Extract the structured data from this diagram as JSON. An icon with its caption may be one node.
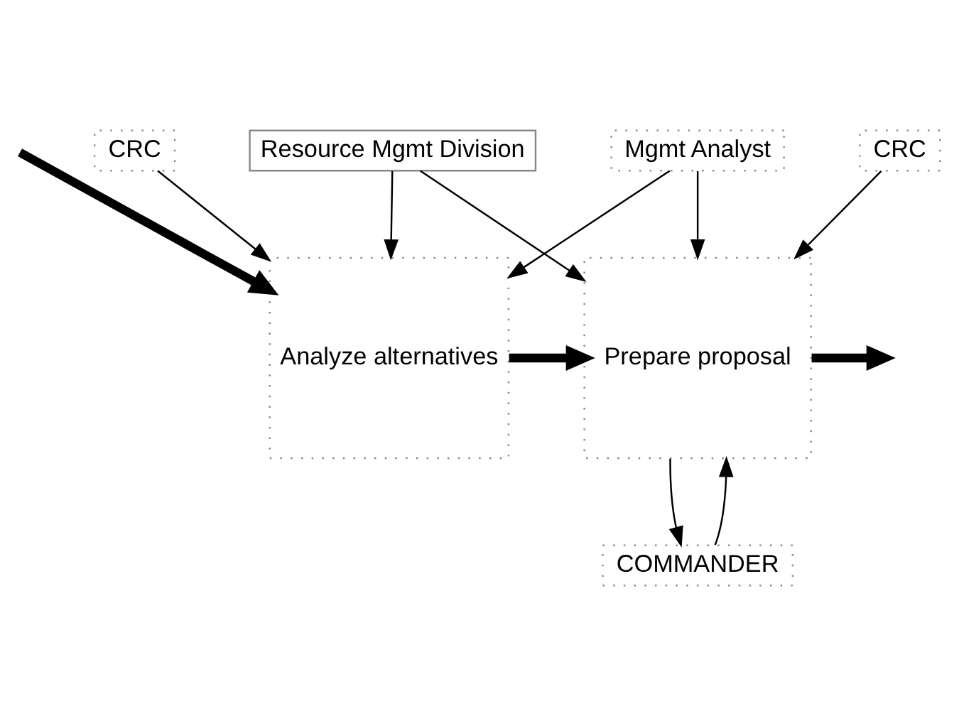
{
  "diagram": {
    "nodes": [
      {
        "text": [
          "CRC"
        ]
      },
      {
        "text": [
          "Mgmt Analyst"
        ]
      },
      {
        "text": [
          "Prepare proposal"
        ]
      },
      {
        "text": [
          "Analyze alternatives"
        ]
      },
      {
        "text": [
          "CRC"
        ]
      },
      {
        "text": [
          "Resource Mgmt Division"
        ]
      },
      {
        "text": [
          "COMMANDER"
        ]
      }
    ],
    "edges": [
      {
        "from": null,
        "to": 3,
        "arrow": "to",
        "style": "thick"
      },
      {
        "from": 3,
        "to": 2,
        "arrow": "to",
        "style": "thick"
      },
      {
        "from": 2,
        "to": null,
        "arrow": "to",
        "style": "thick"
      },
      {
        "from": 0,
        "to": 2,
        "arrow": "to"
      },
      {
        "from": 1,
        "to": 2,
        "arrow": "to"
      },
      {
        "from": 1,
        "to": 3,
        "arrow": "to"
      },
      {
        "from": 6,
        "to": 2,
        "arrow": "to"
      },
      {
        "from": 2,
        "to": 6,
        "arrow": "to"
      },
      {
        "from": 5,
        "to": 2,
        "arrow": "to"
      },
      {
        "from": 5,
        "to": 3,
        "arrow": "to"
      },
      {
        "from": 4,
        "to": 3,
        "arrow": "to"
      }
    ]
  }
}
